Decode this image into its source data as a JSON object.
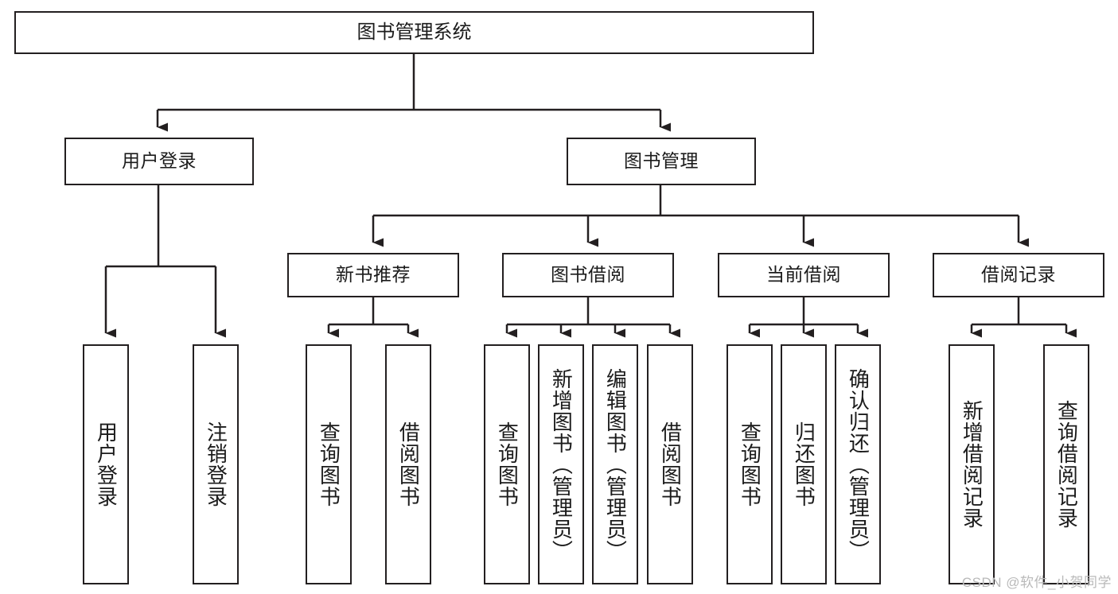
{
  "diagram": {
    "title": "图书管理系统",
    "type": "tree-hierarchy-chart",
    "orientation": "top-down",
    "colors": {
      "stroke": "#231f20",
      "fill": "#ffffff",
      "text": "#1b1b1b",
      "watermark": "#b9b9b9"
    },
    "root": {
      "label": "图书管理系统"
    },
    "level2": [
      {
        "label": "用户登录"
      },
      {
        "label": "图书管理"
      }
    ],
    "level3": [
      {
        "label": "新书推荐"
      },
      {
        "label": "图书借阅"
      },
      {
        "label": "当前借阅"
      },
      {
        "label": "借阅记录"
      }
    ],
    "leaves": {
      "user_login": [
        {
          "label": "用户登录"
        },
        {
          "label": "注销登录"
        }
      ],
      "new_book_recommend": [
        {
          "label": "查询图书"
        },
        {
          "label": "借阅图书"
        }
      ],
      "book_borrow": [
        {
          "label": "查询图书"
        },
        {
          "label": "新增图书（管理员）"
        },
        {
          "label": "编辑图书（管理员）"
        },
        {
          "label": "借阅图书"
        }
      ],
      "current_borrow": [
        {
          "label": "查询图书"
        },
        {
          "label": "归还图书"
        },
        {
          "label": "确认归还（管理员）"
        }
      ],
      "borrow_record": [
        {
          "label": "新增借阅记录"
        },
        {
          "label": "查询借阅记录"
        }
      ]
    },
    "watermark": "CSDN @软件_小贺同学"
  }
}
